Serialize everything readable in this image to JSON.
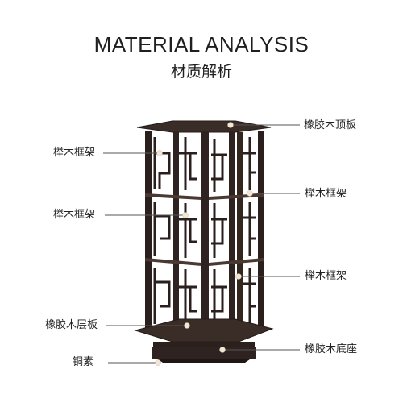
{
  "title": {
    "en": "MATERIAL ANALYSIS",
    "cn": "材质解析"
  },
  "labels": {
    "top_board": "橡胶木顶板",
    "frame_left_1": "榉木框架",
    "frame_left_2": "榉木框架",
    "frame_right_1": "榉木框架",
    "frame_right_2": "榉木框架",
    "shelf_board": "橡胶木层板",
    "base": "橡胶木底座",
    "copper": "铜素"
  },
  "colors": {
    "wood_dark": "#2e2320",
    "wood_mid": "#3d2f2a",
    "wood_light": "#5a463d",
    "leader_line": "#555555",
    "marker": "#f3e6d4"
  }
}
